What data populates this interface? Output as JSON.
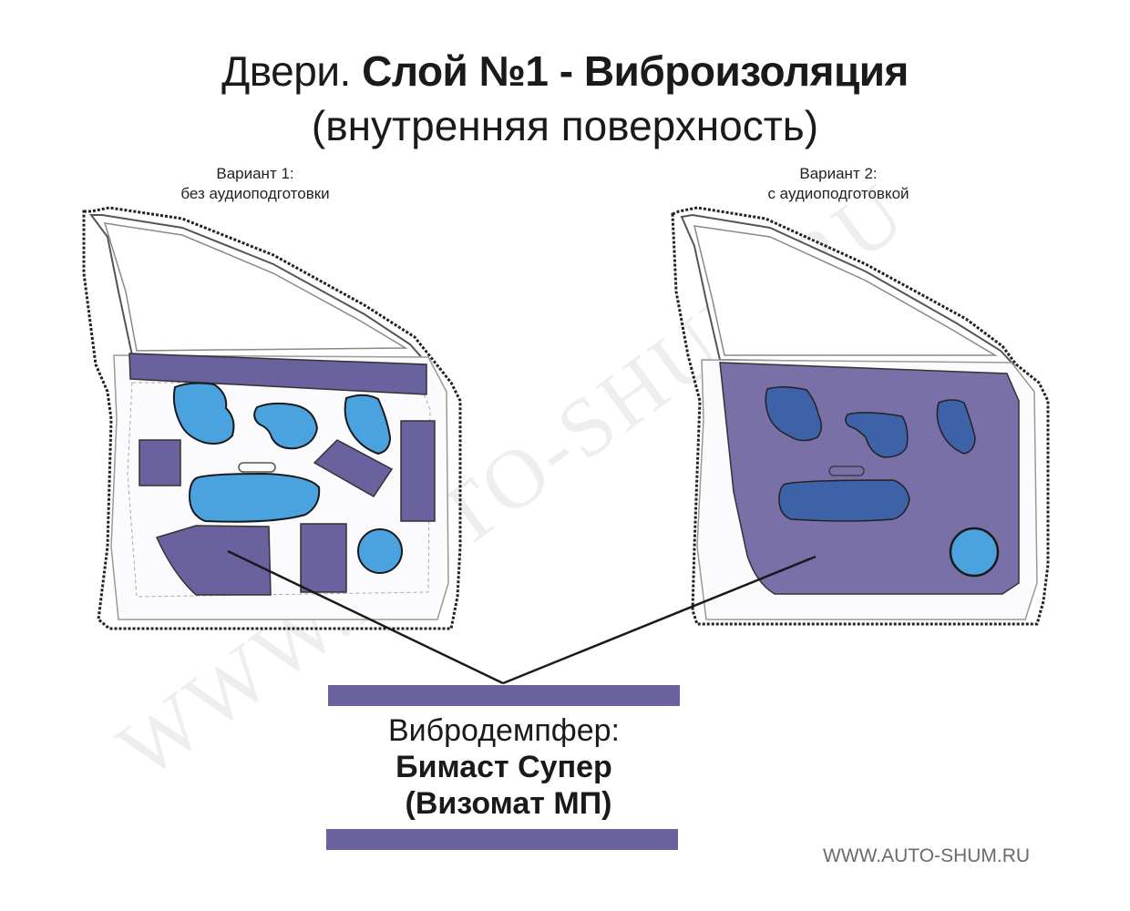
{
  "title": {
    "line1_regular": "Двери. ",
    "line1_bold": "Слой №1 - Виброизоляция",
    "line2": "(внутренняя поверхность)"
  },
  "variants": [
    {
      "label": "Вариант 1:",
      "description": "без аудиоподготовки"
    },
    {
      "label": "Вариант 2:",
      "description": "с аудиоподготовкой"
    }
  ],
  "legend": {
    "label": "Вибродемпфер:",
    "material": "Бимаст Супер",
    "alt_material": "(Визомат МП)",
    "swatch_color": "#6a619f"
  },
  "colors": {
    "damper_purple": "#6a619f",
    "opening_blue": "#4aa3de",
    "opening_dark_blue": "#3d62a8",
    "outline": "#1a1a1a"
  },
  "watermark": "WWW.AUTO-SHUM.RU",
  "footer": {
    "site": "WWW.AUTO-SHUM.RU"
  }
}
